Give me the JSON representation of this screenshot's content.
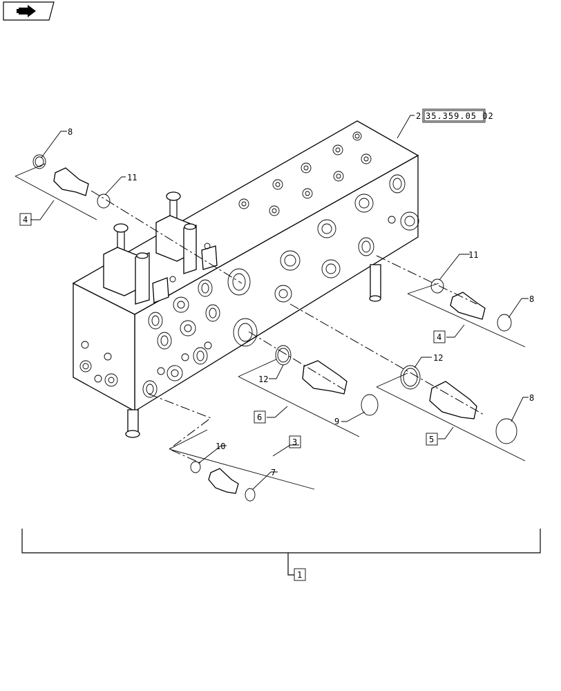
{
  "nav": {
    "icon": "arrow-right-icon"
  },
  "callouts": {
    "n1": "1",
    "n2": "2",
    "n3": "3",
    "n4a": "4",
    "n4b": "4",
    "n5": "5",
    "n6": "6",
    "n7": "7",
    "n8a": "8",
    "n8b": "8",
    "n8c": "8",
    "n9": "9",
    "n10": "10",
    "n11a": "11",
    "n11b": "11",
    "n12a": "12",
    "n12b": "12"
  },
  "reference": "35.359.05 02"
}
